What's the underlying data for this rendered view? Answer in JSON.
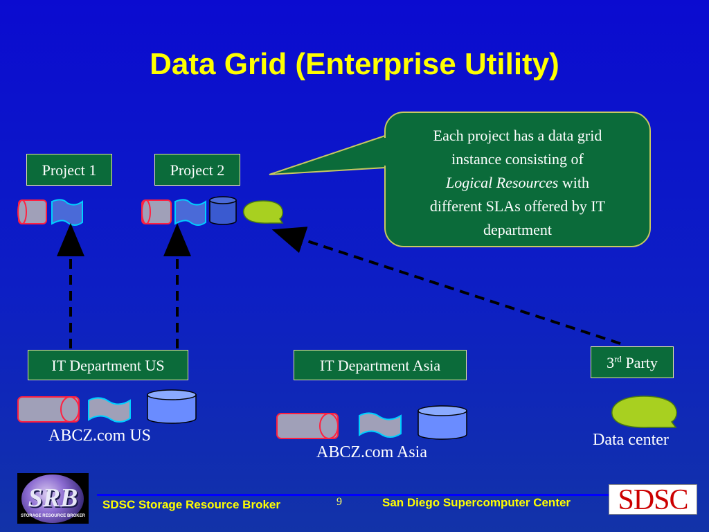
{
  "title": "Data Grid (Enterprise Utility)",
  "projects": {
    "project1": "Project 1",
    "project2": "Project 2"
  },
  "callout": {
    "line1": "Each project has a data grid",
    "line2": "instance consisting of",
    "italic": "Logical Resources",
    "after_italic": " with",
    "line4": "different SLAs offered by IT",
    "line5": "department"
  },
  "departments": {
    "us": "IT Department US",
    "asia": "IT Department Asia",
    "third_party": "3",
    "third_party_sup": "rd",
    "third_party_rest": " Party"
  },
  "locations": {
    "us": "ABCZ.com  US",
    "asia": "ABCZ.com Asia",
    "datacenter": "Data center"
  },
  "footer": {
    "left": "SDSC Storage Resource Broker",
    "page": "9",
    "right": "San Diego Supercomputer Center"
  },
  "logos": {
    "srb_text": "SRB",
    "srb_sub": "STORAGE RESOURCE BROKER",
    "sdsc_text": "SDSC"
  },
  "colors": {
    "title": "#ffff00",
    "box_green": "#0b6b3a",
    "tape_fill": "#a0a0b8",
    "tape_border": "#ff2040",
    "disk_fill": "#6a8cff",
    "cloud_fill": "#a8d020",
    "arrow": "#000000"
  }
}
